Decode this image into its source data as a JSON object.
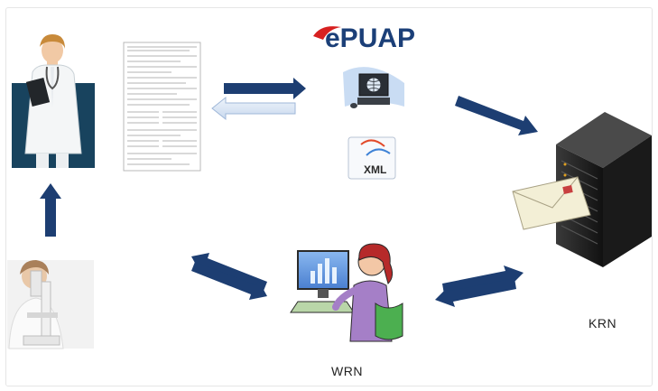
{
  "logo": {
    "text": "ePUAP",
    "color": "#1b3f78",
    "accent": "#d72020"
  },
  "nodes": {
    "krn_label": "KRN",
    "wrn_label": "WRN",
    "xml_label": "XML"
  },
  "colors": {
    "arrow": "#1d3e72",
    "server": "#1a1a1a",
    "doctor_bg": "#18435e"
  }
}
